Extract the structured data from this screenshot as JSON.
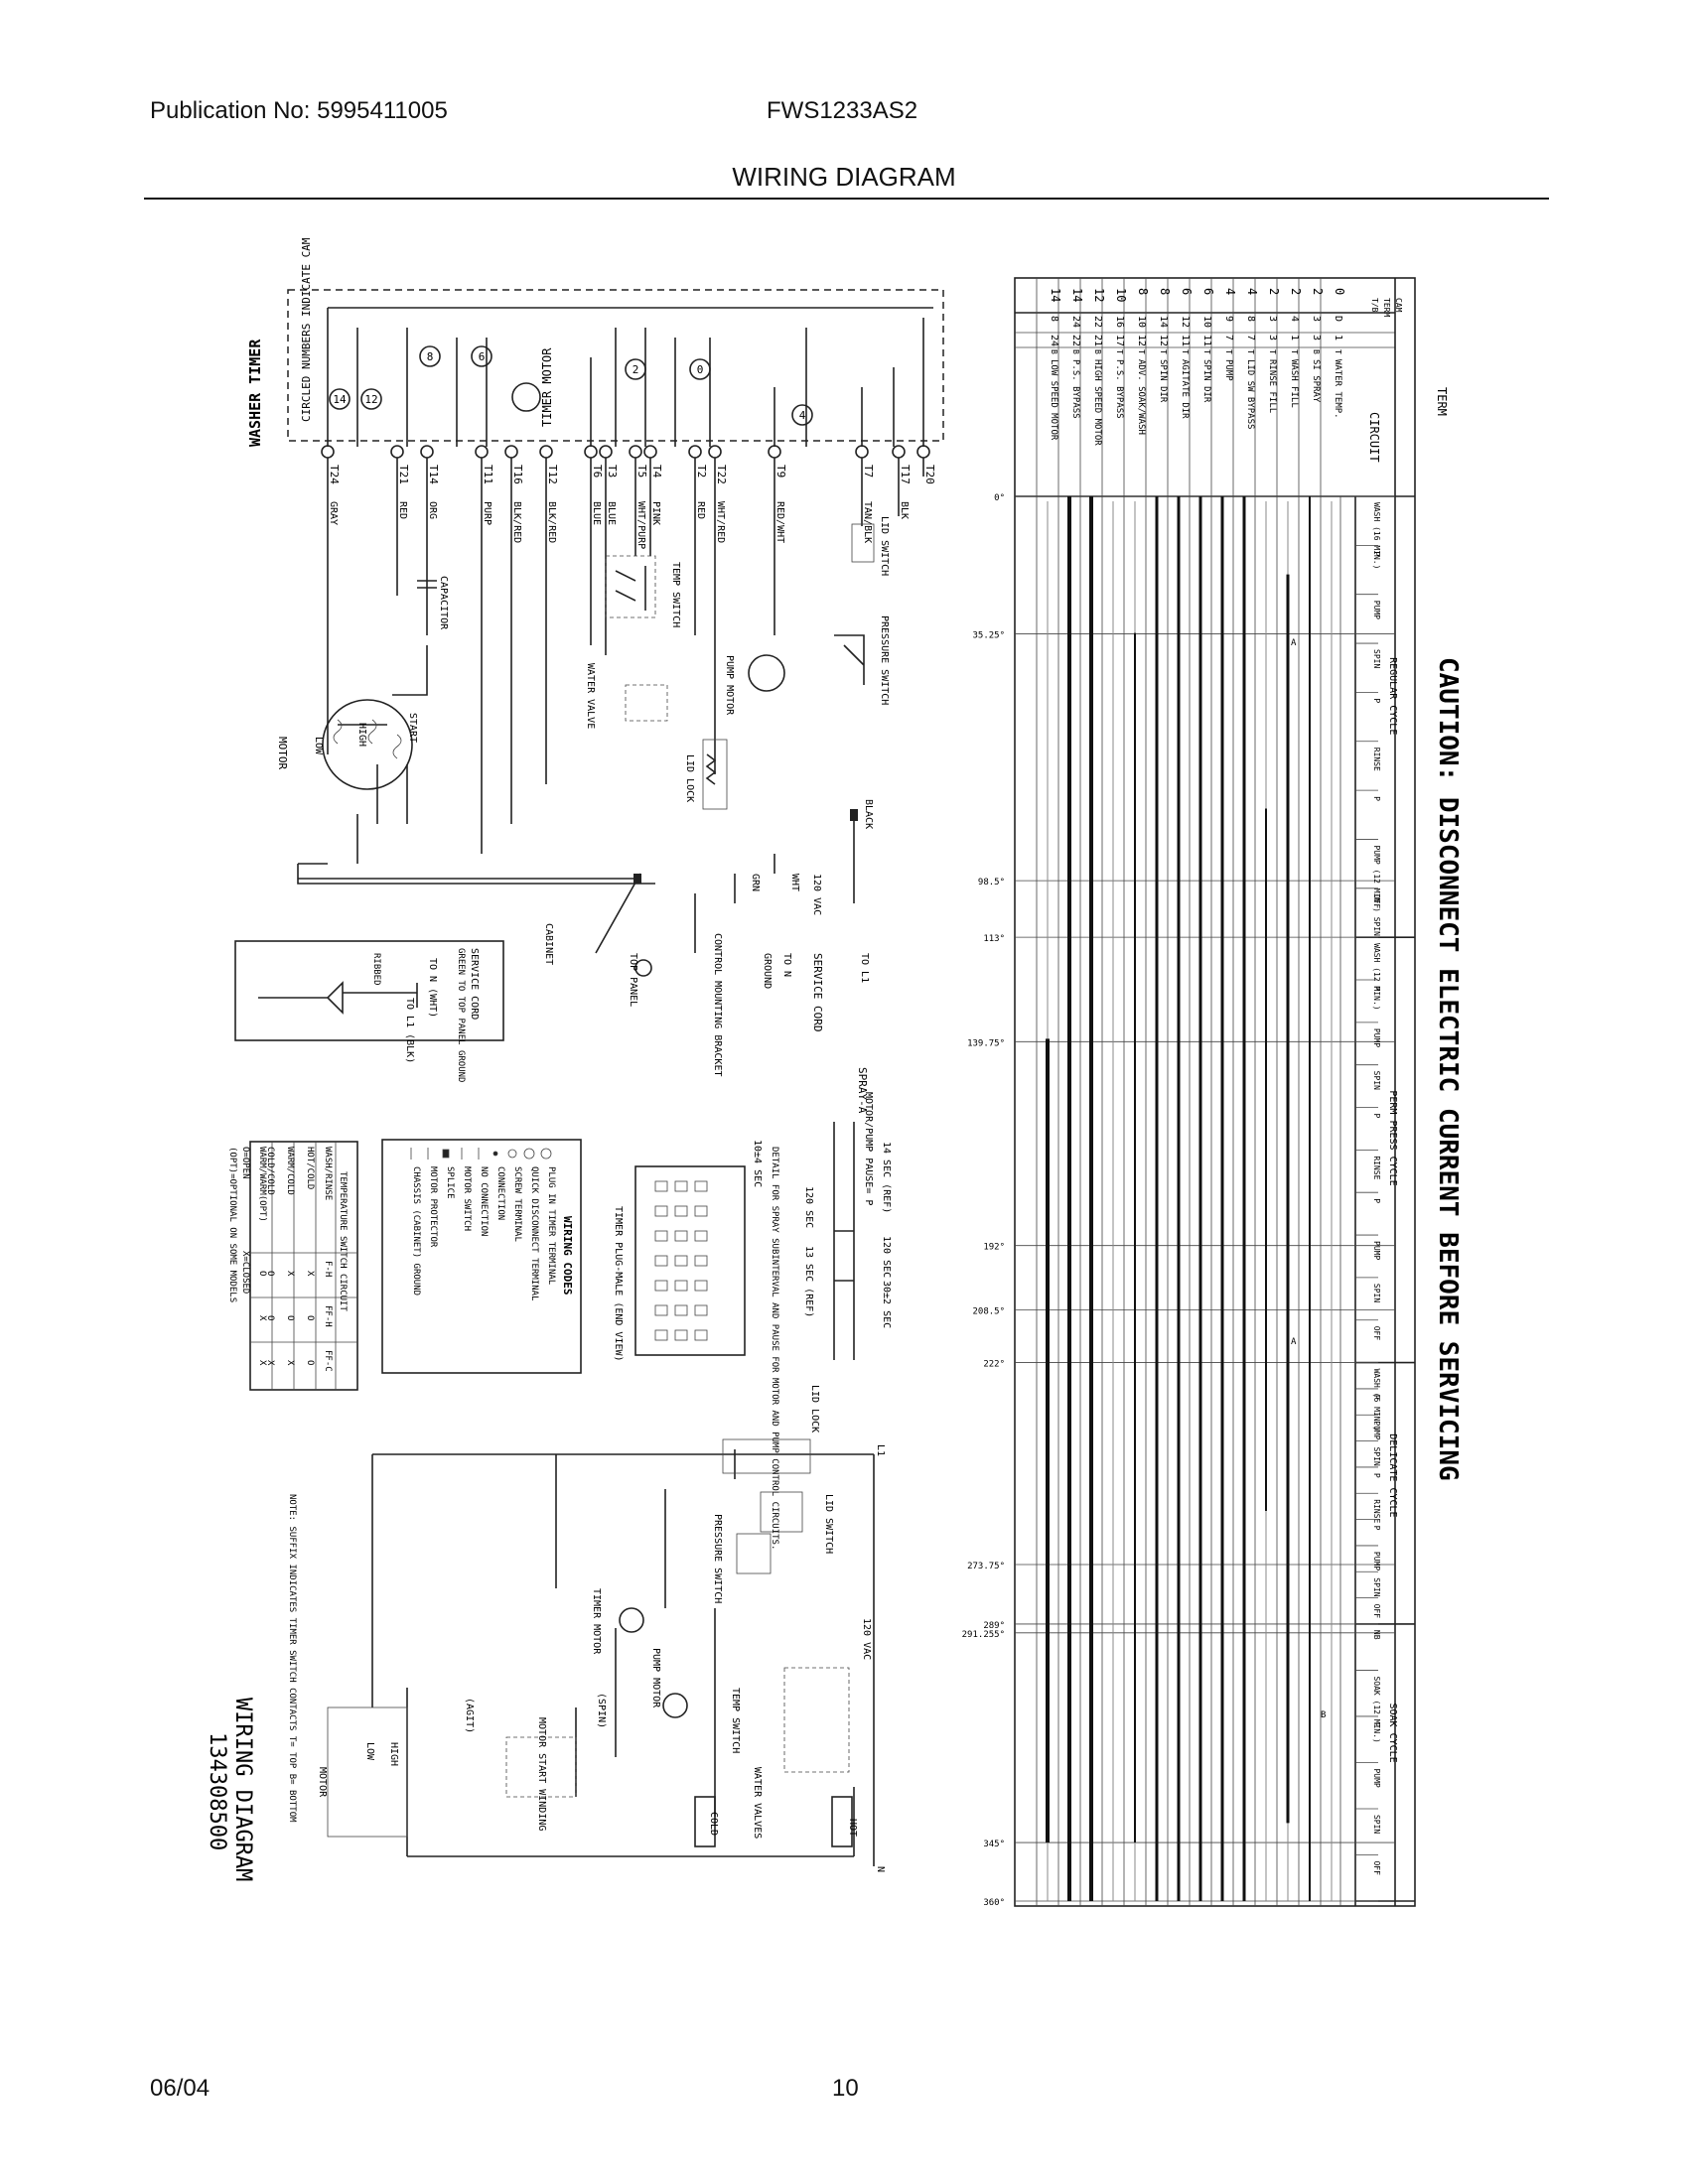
{
  "header": {
    "publication": "Publication No: 5995411005",
    "model": "FWS1233AS2",
    "title": "WIRING DIAGRAM"
  },
  "footer": {
    "date": "06/04",
    "page": "10"
  },
  "caution": "CAUTION: DISCONNECT ELECTRIC CURRENT BEFORE SERVICING",
  "schematic": {
    "timer_label": "WASHER TIMER",
    "circled_note": "CIRCLED NUMBERS INDICATE CAM",
    "timer_motor": "TIMER MOTOR",
    "cam_numbers": [
      "14",
      "12",
      "8",
      "6",
      "2",
      "0",
      "4"
    ],
    "terminals": [
      "T24",
      "T21",
      "T14",
      "T11",
      "T16",
      "T12",
      "T6",
      "T3",
      "T5",
      "T4",
      "T2",
      "T22",
      "T9",
      "T7",
      "T17",
      "T20"
    ],
    "wire_colors": [
      "GRAY",
      "RED",
      "ORG",
      "PURP",
      "BLK/RED",
      "BLK/RED",
      "BLUE",
      "BLUE",
      "WHT/PURP",
      "PINK",
      "RED",
      "WHT/RED",
      "RED/WHT",
      "TAN/BLK",
      "BLK"
    ],
    "components": [
      "CAPACITOR",
      "MOTOR",
      "START",
      "HIGH",
      "LOW",
      "TEMP SWITCH",
      "WATER VALVE",
      "PUMP MOTOR",
      "PRESSURE SWITCH",
      "LID SWITCH",
      "LID LOCK",
      "BLACK",
      "120 VAC",
      "WHT",
      "GRN",
      "CABINET",
      "TOP PANEL",
      "CONTROL MOUNTING BRACKET",
      "SERVICE CORD",
      "TO L1",
      "TO N",
      "GROUND"
    ],
    "service_cord_box": [
      "SERVICE CORD",
      "GREEN TO TOP PANEL GROUND",
      "TO N (WHT)",
      "TO L1 (BLK)",
      "RIBBED"
    ]
  },
  "spray": {
    "label": "SPRAY-A",
    "motor_pump_pause": "MOTOR/PUMP PAUSE= P",
    "timings": [
      "14 SEC (REF)",
      "120 SEC",
      "10±4 SEC",
      "13 SEC (REF)",
      "120 SEC",
      "30±2 SEC"
    ],
    "detail": "DETAIL FOR SPRAY SUBINTERVAL AND PAUSE FOR MOTOR AND PUMP CONTROL CIRCUITS.",
    "plug_label": "TIMER PLUG-MALE (END VIEW)"
  },
  "wiring_codes": {
    "title": "WIRING CODES",
    "items": [
      "PLUG IN TIMER TERMINAL",
      "QUICK DISCONNECT TERMINAL",
      "SCREW TERMINAL",
      "CONNECTION",
      "NO CONNECTION",
      "MOTOR SWITCH",
      "SPLICE",
      "MOTOR PROTECTOR",
      "CHASSIS (CABINET) GROUND"
    ]
  },
  "temp_table": {
    "title": "TEMPERATURE SWITCH CIRCUIT",
    "columns": [
      "WASH/RINSE",
      "F-H",
      "FF-H",
      "FF-C"
    ],
    "rows": [
      [
        "HOT/COLD",
        "X",
        "O",
        "O"
      ],
      [
        "WARM/COLD",
        "X",
        "O",
        "X"
      ],
      [
        "COLD/COLD",
        "O",
        "O",
        "X"
      ],
      [
        "WARM/WARM(OPT)",
        "O",
        "X",
        "X"
      ]
    ],
    "legend": [
      "O=OPEN",
      "X=CLOSED",
      "(OPT)=OPTIONAL ON SOME MODELS"
    ]
  },
  "ladder": {
    "labels": [
      "L1",
      "N",
      "120 VAC",
      "LID LOCK",
      "LID SWITCH",
      "PRESSURE SWITCH",
      "TIMER MOTOR",
      "PUMP MOTOR",
      "TEMP SWITCH",
      "WATER VALVES",
      "HOT",
      "COLD",
      "MOTOR START WINDING",
      "MOTOR",
      "HIGH",
      "LOW",
      "(SPIN)",
      "(AGIT)"
    ],
    "note": "NOTE: SUFFIX INDICATES TIMER SWITCH CONTACTS T= TOP B= BOTTOM",
    "title": "WIRING DIAGRAM",
    "number": "134308500"
  },
  "timer_chart": {
    "columns": [
      "TERM",
      "CIRCUIT"
    ],
    "cam_headers": [
      "CAM",
      "TERM",
      "T/B"
    ],
    "rows": [
      [
        "0",
        "D",
        "1",
        "T",
        "WATER TEMP."
      ],
      [
        "2",
        "3",
        "3",
        "B",
        "SI SPRAY"
      ],
      [
        "2",
        "4",
        "1",
        "T",
        "WASH FILL"
      ],
      [
        "2",
        "3",
        "3",
        "T",
        "RINSE FILL"
      ],
      [
        "4",
        "8",
        "7",
        "T",
        "LID SW BYPASS"
      ],
      [
        "4",
        "9",
        "7",
        "T",
        "PUMP"
      ],
      [
        "6",
        "10",
        "11",
        "T",
        "SPIN DIR"
      ],
      [
        "6",
        "12",
        "11",
        "T",
        "AGITATE DIR"
      ],
      [
        "8",
        "14",
        "12",
        "T",
        "SPIN DIR"
      ],
      [
        "8",
        "10",
        "12",
        "T",
        "ADV. SOAK/WASH"
      ],
      [
        "10",
        "16",
        "17",
        "T",
        "P.S. BYPASS"
      ],
      [
        "12",
        "22",
        "21",
        "B",
        "HIGH SPEED MOTOR"
      ],
      [
        "14",
        "24",
        "22",
        "B",
        "P.S. BYPASS"
      ],
      [
        "14",
        "8",
        "24",
        "B",
        "LOW SPEED MOTOR"
      ]
    ],
    "degrees": [
      "0°",
      "35.25°",
      "98.5°",
      "113°",
      "139.75°",
      "192°",
      "208.5°",
      "222°",
      "273.75°",
      "289°",
      "291.255°",
      "345°",
      "360°"
    ],
    "cycles": [
      {
        "name": "REGULAR CYCLE",
        "steps": [
          "WASH (16 MIN.)",
          "P",
          "PUMP",
          "SPIN",
          "P",
          "RINSE",
          "P",
          "PUMP (12 MIN.) SPIN",
          "OFF"
        ]
      },
      {
        "name": "PERM PRESS CYCLE",
        "steps": [
          "WASH (12 MIN.)",
          "P",
          "PUMP",
          "SPIN",
          "P",
          "RINSE",
          "P",
          "PUMP",
          "SPIN",
          "OFF"
        ]
      },
      {
        "name": "DELICATE CYCLE",
        "steps": [
          "WASH (6 MIN.)",
          "P",
          "PUMP",
          "SPIN",
          "P",
          "RINSE",
          "P",
          "PUMP",
          "SPIN",
          "OFF"
        ]
      },
      {
        "name": "SOAK CYCLE",
        "steps": [
          "NB",
          "SOAK (12 MIN.)",
          "P",
          "PUMP",
          "SPIN",
          "OFF"
        ]
      }
    ],
    "marks": [
      "A",
      "A",
      "B"
    ]
  }
}
